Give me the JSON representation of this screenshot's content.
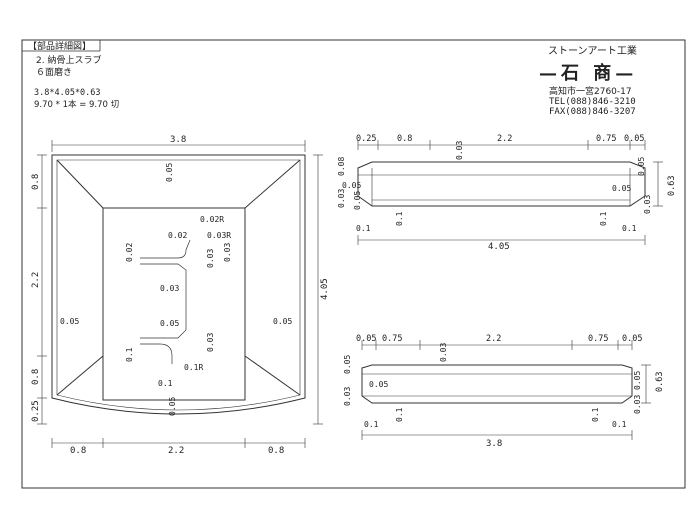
{
  "header": {
    "title": "【部品詳細図】",
    "item": "2. 納骨上スラブ",
    "finish": "６面磨き",
    "dims": "3.8*4.05*0.63",
    "cut": "9.70 * 1本 = 9.70 切"
  },
  "company": {
    "tagline": "ストーンアート工業",
    "name": "—石 商—",
    "address": "高知市一宮2760-17",
    "tel": "TEL(088)846-3210",
    "fax": "FAX(088)846-3207"
  },
  "plan": {
    "top_width": "3.8",
    "bottom_left": "0.8",
    "bottom_mid": "2.2",
    "bottom_right": "0.8",
    "left_top": "0.8",
    "left_mid": "2.2",
    "left_bottom": "0.8",
    "left_bottom2": "0.25",
    "right_height": "4.05",
    "top_notch": "0.05",
    "bottom_notch": "0.05",
    "left_gap": "0.05",
    "right_gap": "0.05",
    "detail_a": "0.02",
    "detail_b": "0.02R",
    "detail_c": "0.02",
    "detail_d": "0.03R",
    "detail_e": "0.03",
    "detail_f": "0.03",
    "detail_g": "0.03",
    "detail_h": "0.05",
    "detail_i": "0.03",
    "detail_j": "0.1",
    "detail_k": "0.1R",
    "detail_l": "0.1"
  },
  "side_upper": {
    "seg1": "0.25",
    "seg2": "0.8",
    "seg3": "2.2",
    "seg4": "0.75",
    "seg5": "0.05",
    "top_mark": "0.03",
    "left_a": "0.08",
    "left_b": "0.05",
    "left_c": "0.03",
    "left_d": "0.05",
    "right_a": "0.05",
    "right_b": "0.05",
    "right_c": "0.03",
    "height": "0.63",
    "low_a": "0.1",
    "low_b": "0.1",
    "low_c": "0.1",
    "low_d": "0.1",
    "total": "4.05"
  },
  "side_lower": {
    "seg1": "0.05",
    "seg2": "0.75",
    "seg3": "2.2",
    "seg4": "0.75",
    "seg5": "0.05",
    "top_mark": "0.03",
    "left_a": "0.05",
    "left_b": "0.03",
    "left_c": "0.05",
    "right_a": "0.05",
    "right_b": "0.03",
    "height": "0.63",
    "low_a": "0.1",
    "low_b": "0.1",
    "low_c": "0.1",
    "low_d": "0.1",
    "total": "3.8"
  }
}
